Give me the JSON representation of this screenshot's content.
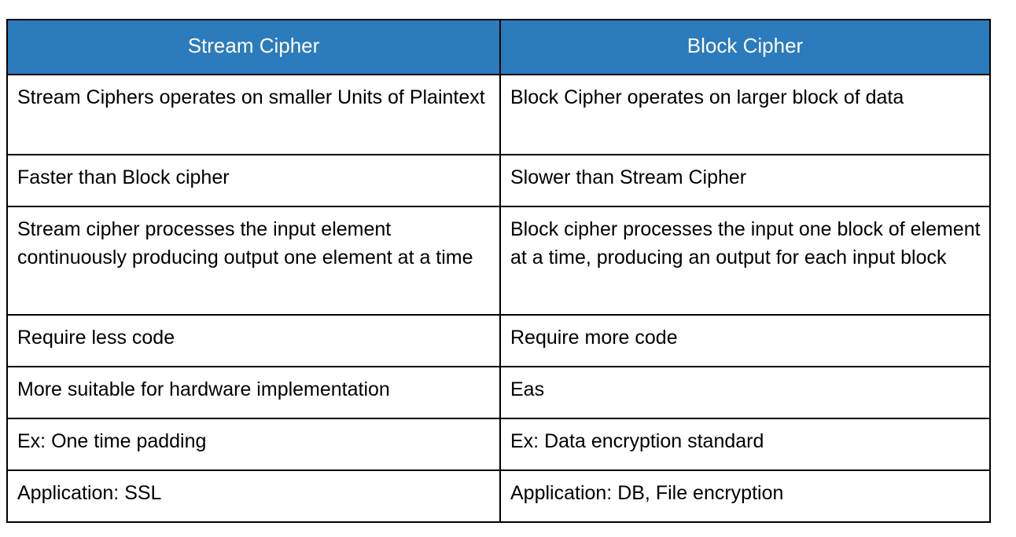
{
  "table": {
    "name": "stream-cipher-vs-block-cipher",
    "header_background": "#2B7BBD",
    "header_text_color": "#FFFFFF",
    "border_color": "#000000",
    "body_background": "#FFFFFF",
    "body_text_color": "#000000",
    "columns": [
      {
        "label": "Stream Cipher"
      },
      {
        "label": "Block Cipher"
      }
    ],
    "rows": [
      {
        "left": "Stream Ciphers operates on smaller Units of Plaintext",
        "right": "Block Cipher operates on larger block of data"
      },
      {
        "left": "Faster than Block cipher",
        "right": "Slower than Stream Cipher"
      },
      {
        "left": "Stream cipher processes the input element continuously producing output one element at a time",
        "right": "Block cipher processes the input one block of element at a time, producing an output for each input block"
      },
      {
        "left": "Require less code",
        "right": "Require more code"
      },
      {
        "left": "More suitable for hardware implementation",
        "right": "Eas"
      },
      {
        "left": "Ex: One time padding",
        "right": "Ex: Data encryption standard"
      },
      {
        "left": "Application: SSL",
        "right": "Application: DB, File encryption"
      }
    ]
  }
}
